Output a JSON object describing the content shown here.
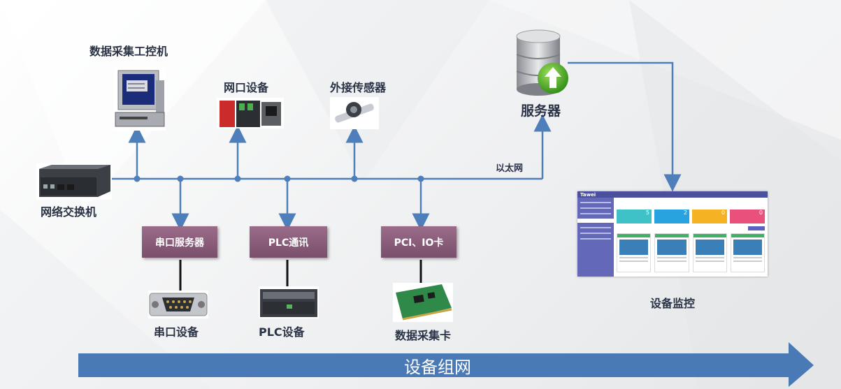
{
  "diagram": {
    "labels": {
      "collector_pc": "数据采集工控机",
      "network_device": "网口设备",
      "external_sensor": "外接传感器",
      "server": "服务器",
      "ethernet": "以太网",
      "network_switch": "网络交换机",
      "serial_device": "串口设备",
      "plc_device": "PLC设备",
      "acquisition_card": "数据采集卡",
      "device_monitor": "设备监控"
    },
    "boxes": {
      "serial_server": "串口服务器",
      "plc_comm": "PLC通讯",
      "pci_io": "PCI、IO卡"
    },
    "banner": "设备组网",
    "colors": {
      "line": "#4f7fba",
      "box": "#8a5f7c",
      "banner": "#4a7ab5",
      "node": "#4f7fba"
    }
  },
  "dashboard": {
    "brand": "Tawei",
    "stats": [
      "5",
      "2",
      "0",
      "0"
    ],
    "stat_colors": [
      "#3ec2c8",
      "#29a3e0",
      "#f5b324",
      "#e9507a"
    ]
  }
}
